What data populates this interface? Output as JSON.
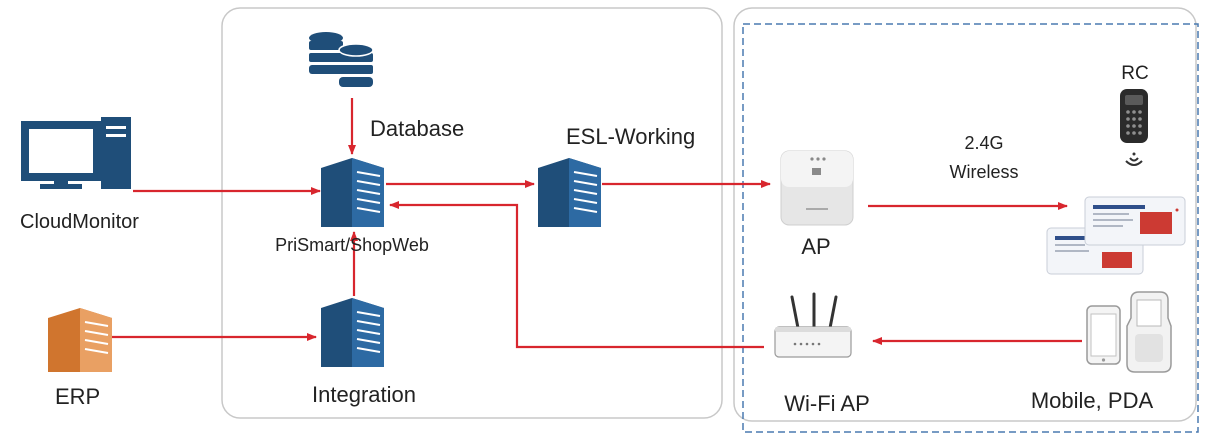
{
  "nodes": {
    "cloudmonitor": "CloudMonitor",
    "erp": "ERP",
    "database": "Database",
    "server": "PriSmart/ShopWeb",
    "integration": "Integration",
    "esl_working": "ESL-Working",
    "ap": "AP",
    "rc": "RC",
    "wifi_ap": "Wi-Fi AP",
    "mobile_pda": "Mobile, PDA"
  },
  "link_label": {
    "line1": "2.4G",
    "line2": "Wireless"
  },
  "colors": {
    "arrow": "#d8262e",
    "server_blue": "#1f4e79",
    "erp_orange": "#e08a3c",
    "panel_border": "#c8c8c8",
    "dashed_border": "#4a7ab0"
  },
  "icons": {
    "database": "database-icon",
    "monitor": "desktop-computer-icon",
    "server": "server-icon",
    "router": "wifi-router-icon",
    "remote": "remote-control-icon",
    "esl": "electronic-shelf-label-icon",
    "phone": "mobile-phone-icon",
    "pda": "pda-icon"
  }
}
